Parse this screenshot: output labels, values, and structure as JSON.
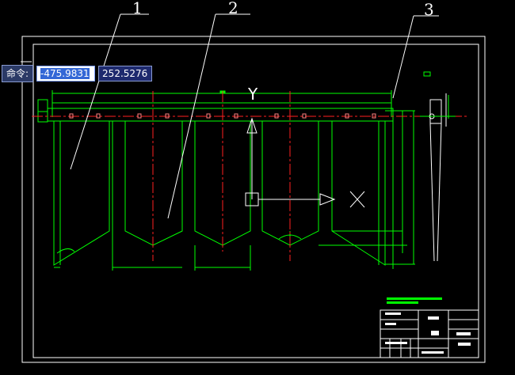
{
  "command_bar": {
    "label": "命令:",
    "x_value": "-475.9831",
    "y_value": "252.5276"
  },
  "callouts": [
    "1",
    "2",
    "3"
  ],
  "drawing_marks": {
    "view_label": "Y",
    "cross_mark": "X"
  },
  "colors": {
    "background": "#000000",
    "frame": "#ffffff",
    "geometry": "#00ff00",
    "centerline": "#ff2020",
    "highlight": "#3367d6"
  }
}
